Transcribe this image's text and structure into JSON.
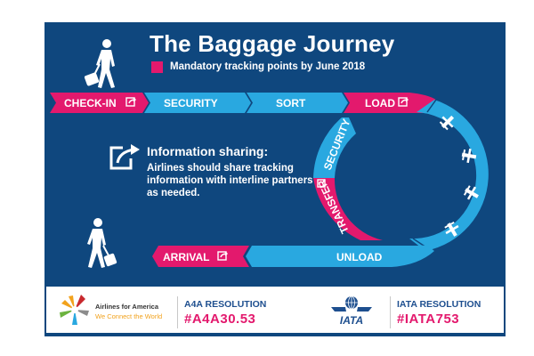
{
  "header": {
    "title": "The Baggage Journey",
    "legend_label": "Mandatory tracking points by June 2018"
  },
  "journey": {
    "steps": [
      {
        "label": "CHECK-IN",
        "mandatory": true,
        "icon": "share-icon"
      },
      {
        "label": "SECURITY",
        "mandatory": false
      },
      {
        "label": "SORT",
        "mandatory": false
      },
      {
        "label": "LOAD",
        "mandatory": true,
        "icon": "share-icon"
      },
      {
        "label": "SECURITY",
        "mandatory": false
      },
      {
        "label": "TRANSFER",
        "mandatory": true,
        "icon": "share-icon"
      },
      {
        "label": "UNLOAD",
        "mandatory": false
      },
      {
        "label": "ARRIVAL",
        "mandatory": true,
        "icon": "share-icon"
      }
    ],
    "flight_icons": [
      "airplane-icon",
      "airplane-icon",
      "airplane-icon",
      "airplane-icon"
    ]
  },
  "info": {
    "title": "Information sharing:",
    "body": "Airlines should share tracking information with interline partners as needed."
  },
  "footer": {
    "a4a": {
      "name": "Airlines for America",
      "tagline": "We Connect the World",
      "resolution_label": "A4A RESOLUTION",
      "resolution_code": "#A4A30.53"
    },
    "iata": {
      "logo_text": "IATA",
      "resolution_label": "IATA RESOLUTION",
      "resolution_code": "#IATA753"
    }
  },
  "colors": {
    "background": "#0f477e",
    "mandatory": "#e3196d",
    "standard": "#29a8e0",
    "text": "#ffffff"
  }
}
